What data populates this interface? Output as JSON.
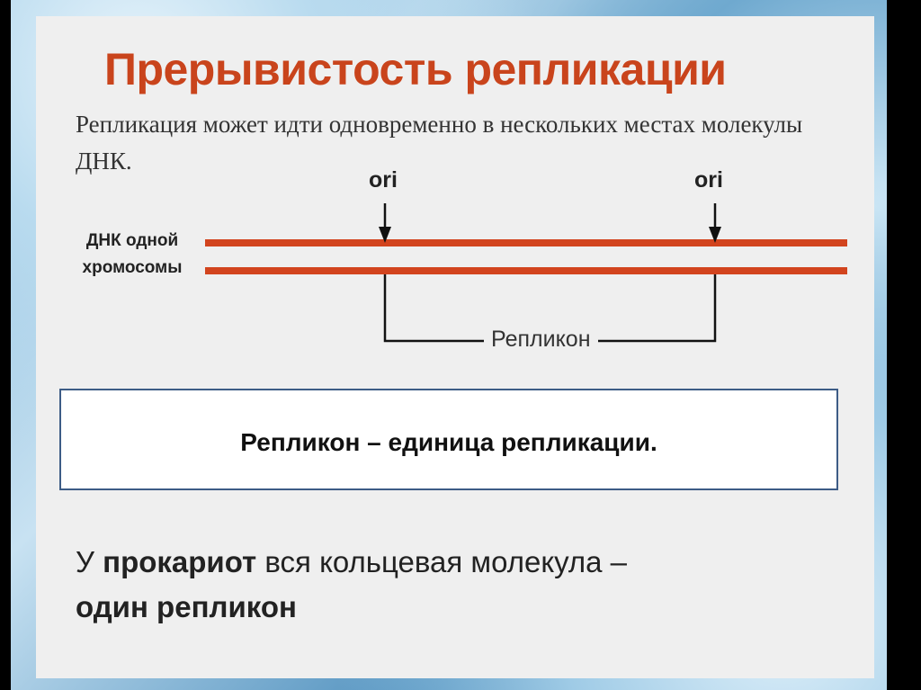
{
  "slide": {
    "title": "Прерывистость репликации",
    "subtitle": "Репликация может идти одновременно в нескольких местах молекулы ДНК.",
    "dna_label_line1": "ДНК одной",
    "dna_label_line2": "хромосомы",
    "ori_left": "ori",
    "ori_right": "ori",
    "replicon_label": "Репликон",
    "definition": "Репликон – единица репликации.",
    "bottom": {
      "part1": "У ",
      "part2_bold": "прокариот",
      "part3": " вся кольцевая молекула –",
      "part4_bold": "один репликон"
    }
  },
  "colors": {
    "title": "#c9441c",
    "dna_strand": "#d2441e",
    "box_border": "#3d5c86"
  }
}
